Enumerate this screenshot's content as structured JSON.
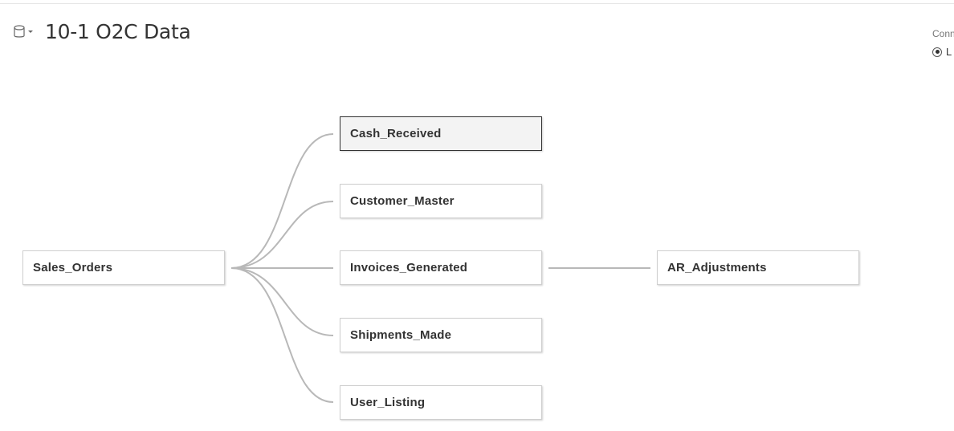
{
  "datasource": {
    "title": "10-1 O2C Data",
    "icon": "database-icon"
  },
  "connection": {
    "label": "Conn",
    "option_label": "L"
  },
  "tables": {
    "sales_orders": "Sales_Orders",
    "cash_received": "Cash_Received",
    "customer_master": "Customer_Master",
    "invoices_generated": "Invoices_Generated",
    "shipments_made": "Shipments_Made",
    "user_listing": "User_Listing",
    "ar_adjustments": "AR_Adjustments"
  },
  "selected_table": "Cash_Received",
  "colors": {
    "line": "#b8b8b8",
    "selected_border": "#333333",
    "box_border": "#cfcfcf"
  }
}
